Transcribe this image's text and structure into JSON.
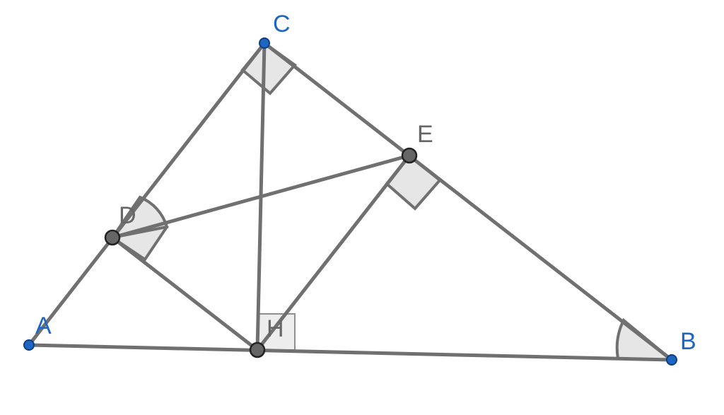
{
  "colors": {
    "given_point": "#1f66c2",
    "constructed_point": "#666666",
    "segment": "#707070",
    "mark_fill": "#e6e6e6"
  },
  "points": {
    "A": {
      "label": "A",
      "kind": "given"
    },
    "B": {
      "label": "B",
      "kind": "given"
    },
    "C": {
      "label": "C",
      "kind": "given"
    },
    "D": {
      "label": "D",
      "kind": "constructed"
    },
    "E": {
      "label": "E",
      "kind": "constructed"
    },
    "H": {
      "label": "H",
      "kind": "constructed"
    }
  },
  "segments": [
    "AB",
    "AC",
    "BC",
    "CH",
    "DH",
    "EH",
    "DE"
  ],
  "right_angles": [
    "C",
    "D",
    "E",
    "H"
  ],
  "angle_marks": [
    "D",
    "B"
  ]
}
